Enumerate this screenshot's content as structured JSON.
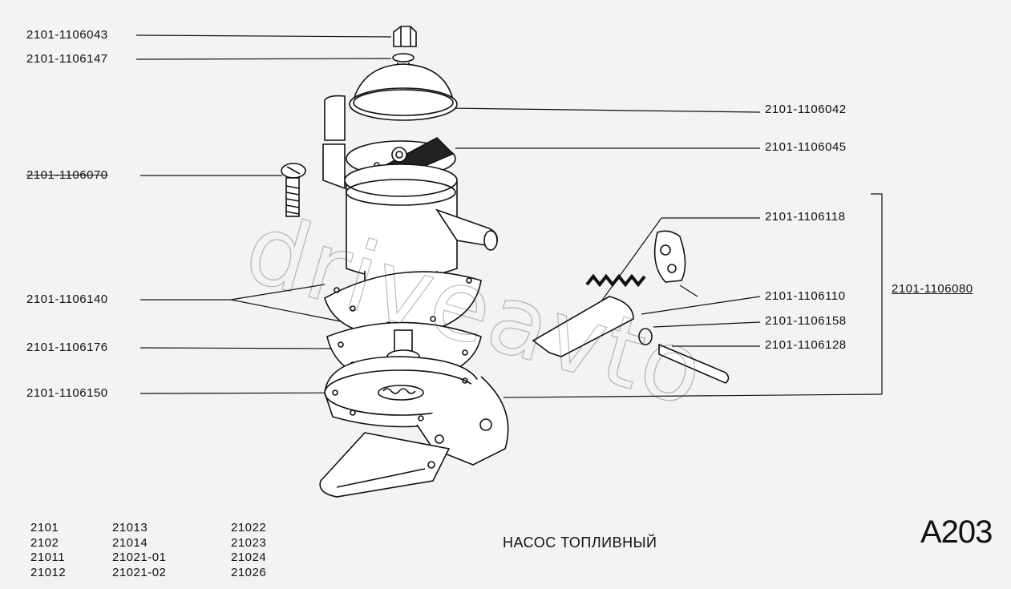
{
  "watermark": "driveavto",
  "parts": {
    "p1": "2101-1106043",
    "p2": "2101-1106147",
    "p3": "2101-1106042",
    "p4": "2101-1106045",
    "p5": "2101-1106070",
    "p6": "2101-1106118",
    "p7": "2101-1106080",
    "p8": "2101-1106140",
    "p9": "2101-1106110",
    "p10": "2101-1106158",
    "p11": "2101-1106176",
    "p12": "2101-1106128",
    "p13": "2101-1106150"
  },
  "models": [
    [
      "2101",
      "2102",
      "21011",
      "21012"
    ],
    [
      "21013",
      "21014",
      "21021-01",
      "21021-02"
    ],
    [
      "21022",
      "21023",
      "21024",
      "21026"
    ]
  ],
  "title": "НАСОС ТОПЛИВНЫЙ",
  "code": "А203"
}
